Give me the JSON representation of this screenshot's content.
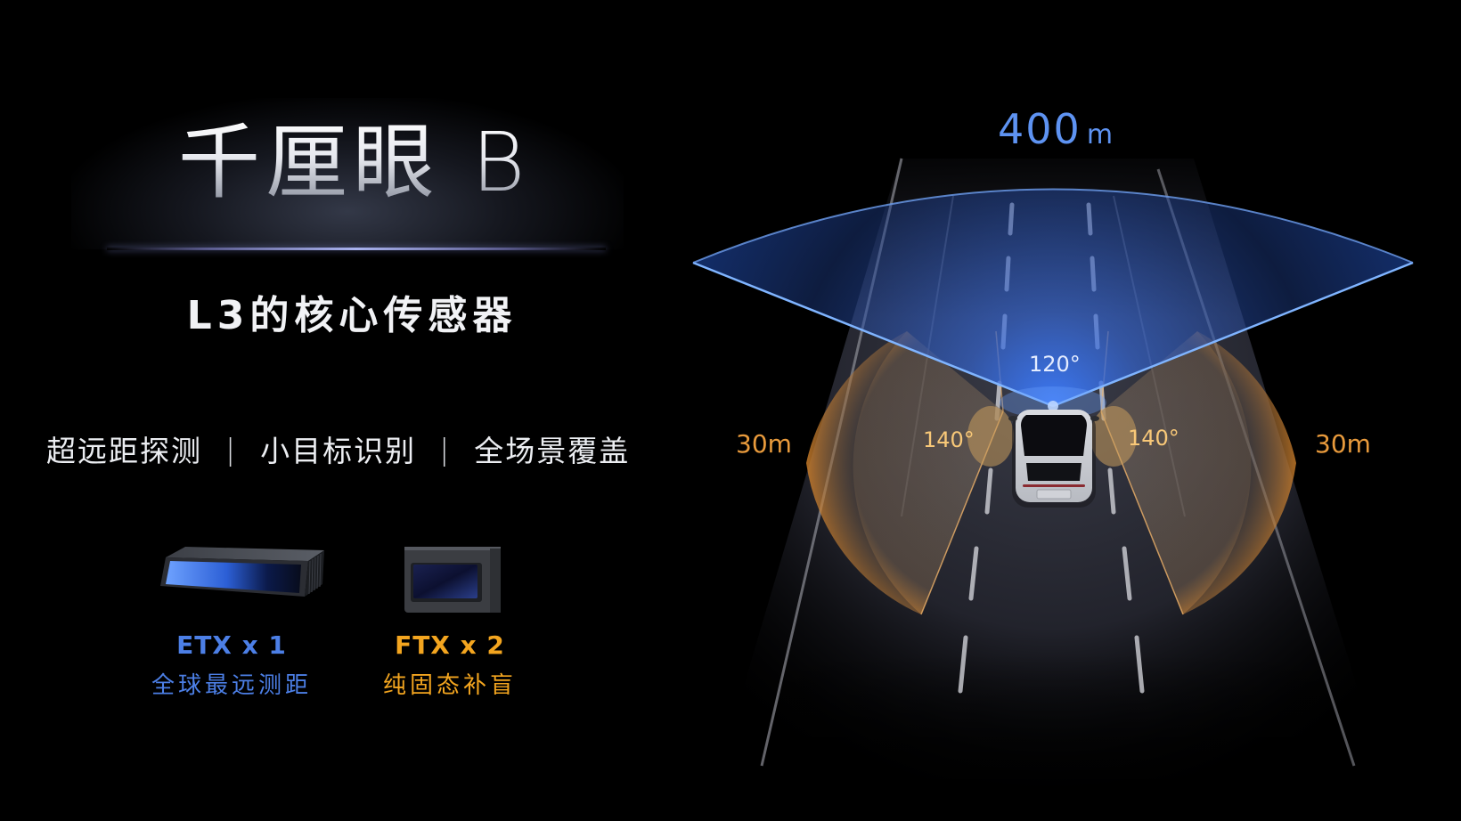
{
  "left_panel": {
    "title": "千厘眼 B",
    "subtitle": "L3的核心传感器",
    "features": [
      "超远距探测",
      "小目标识别",
      "全场景覆盖"
    ],
    "feature_separator": "|",
    "sensors": [
      {
        "name": "ETX x 1",
        "description": "全球最远测距",
        "color": "#4c7fe6",
        "icon": "etx-lidar-icon"
      },
      {
        "name": "FTX x 2",
        "description": "纯固态补盲",
        "color": "#f3a51f",
        "icon": "ftx-lidar-icon"
      }
    ]
  },
  "diagram": {
    "forward_range": {
      "value": "400",
      "unit": "m",
      "color": "#5e93f2"
    },
    "forward_fov": "120°",
    "side_fov_left": "140°",
    "side_fov_right": "140°",
    "side_range_left": "30m",
    "side_range_right": "30m",
    "colors": {
      "forward_beam": "#3a6fe0",
      "side_beam": "#e8953a",
      "road": "#2b2d38"
    }
  }
}
